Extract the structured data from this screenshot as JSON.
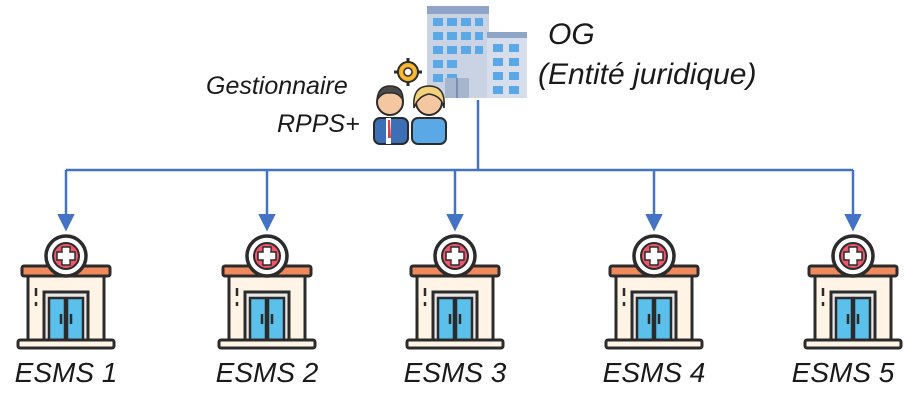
{
  "organization": {
    "name": "OG",
    "subtitle": "(Entité juridique)",
    "manager_line1": "Gestionnaire",
    "manager_line2": "RPPS+",
    "building_icon": "office-building-icon",
    "manager_icon": "business-people-gear-icon"
  },
  "children": [
    {
      "label": "ESMS 1",
      "icon": "hospital-icon"
    },
    {
      "label": "ESMS 2",
      "icon": "hospital-icon"
    },
    {
      "label": "ESMS 3",
      "icon": "hospital-icon"
    },
    {
      "label": "ESMS 4",
      "icon": "hospital-icon"
    },
    {
      "label": "ESMS 5",
      "icon": "hospital-icon"
    }
  ],
  "colors": {
    "connector": "#4472C4",
    "cross": "#F0566A",
    "roof": "#F08A5D",
    "door": "#5BC0EB",
    "outline": "#2B2B2B",
    "building": "#8FA5C8"
  }
}
